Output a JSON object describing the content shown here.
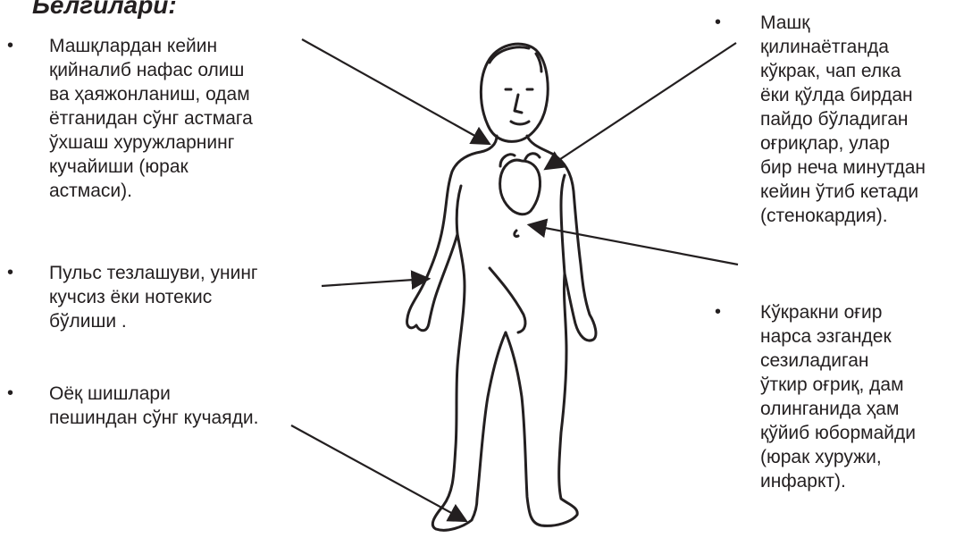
{
  "title": "Белгилари:",
  "notes_left": [
    "Машқлардан кейин\nқийналиб нафас олиш\nва ҳаяжонланиш, одам\nётганидан сўнг астмага\nўхшаш хуружларнинг\nкучайиши (юрак\nастмаси).",
    "Пульс тезлашуви, унинг\nкучсиз ёки нотекис\nбўлиши .",
    "Оёқ шишлари\nпешиндан сўнг кучаяди."
  ],
  "notes_right": [
    "Машқ\nқилинаётганда\nкўкрак, чап елка\nёки қўлда бирдан\nпайдо бўладиган\nоғриқлар, улар\nбир неча минутдан\nкейин ўтиб кетади\n(стенокардия).",
    "Кўкракни оғир\nнарса эзгандек\nсезиладиган\nўткир оғриқ, дам\nолинганида ҳам\nқўйиб юбормайди\n(юрак хуружи,\nинфаркт)."
  ],
  "bullet": "•"
}
